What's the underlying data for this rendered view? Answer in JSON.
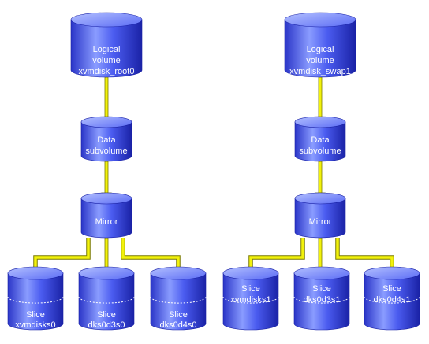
{
  "colors": {
    "cylinder_light": "#9fb0ff",
    "cylinder_mid": "#4b5cf0",
    "cylinder_dark": "#1a22a6",
    "cylinder_top": "#7f92ff",
    "arrow_fill": "#f2f20c",
    "arrow_stroke": "#7a7a00"
  },
  "left_tree": {
    "volume": {
      "line1": "Logical",
      "line2": "volume",
      "line3": "xvmdisk_root0"
    },
    "data": {
      "line1": "Data",
      "line2": "subvolume"
    },
    "mirror": {
      "line1": "Mirror"
    },
    "slices": [
      {
        "line1": "Slice",
        "line2": "xvmdisks0"
      },
      {
        "line1": "Slice",
        "line2": "dks0d3s0"
      },
      {
        "line1": "Slice",
        "line2": "dks0d4s0"
      }
    ]
  },
  "right_tree": {
    "volume": {
      "line1": "Logical",
      "line2": "volume",
      "line3": "xvmdisk_swap1"
    },
    "data": {
      "line1": "Data",
      "line2": "subvolume"
    },
    "mirror": {
      "line1": "Mirror"
    },
    "slices": [
      {
        "line1": "Slice",
        "line2": "xvmdisks1"
      },
      {
        "line1": "Slice",
        "line2": "dks0d3s1"
      },
      {
        "line1": "Slice",
        "line2": "dks0d4s1"
      }
    ]
  }
}
